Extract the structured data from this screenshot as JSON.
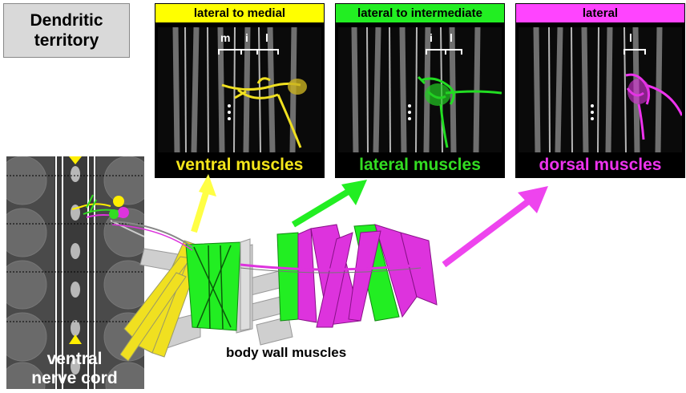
{
  "title": {
    "line1": "Dendritic",
    "line2": "territory"
  },
  "panels": [
    {
      "header": "lateral to medial",
      "caption": "ventral muscles",
      "color": "#f5e61a",
      "header_bg": "#ffff00",
      "segments": [
        "m",
        "i",
        "l"
      ]
    },
    {
      "header": "lateral to intermediate",
      "caption": "lateral muscles",
      "color": "#33dd22",
      "header_bg": "#22ee22",
      "segments": [
        "i",
        "l"
      ]
    },
    {
      "header": "lateral",
      "caption": "dorsal muscles",
      "color": "#ee33ee",
      "header_bg": "#ff44ff",
      "segments": [
        "l"
      ]
    }
  ],
  "labels": {
    "body_wall": "body wall muscles",
    "vnc_line1": "ventral",
    "vnc_line2": "nerve cord"
  },
  "colors": {
    "yellow": "#f0e020",
    "green": "#22dd22",
    "magenta": "#dd33dd",
    "gray": "#555555"
  }
}
